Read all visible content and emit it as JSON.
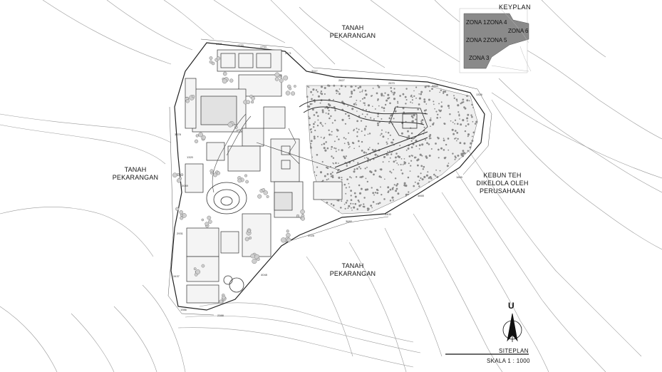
{
  "drawing": {
    "title": "SITEPLAN",
    "scale": "SKALA 1 : 1000",
    "north": "U"
  },
  "keyplan": {
    "title": "KEYPLAN",
    "zones": [
      "ZONA 1",
      "ZONA 4",
      "ZONA 6",
      "ZONA 2",
      "ZONA 5",
      "ZONA 3"
    ],
    "fill_color": "#8a8a8a"
  },
  "labels": {
    "top": [
      "TANAH",
      "PEKARANGAN"
    ],
    "left": [
      "TANAH",
      "PEKARANGAN"
    ],
    "bottom": [
      "TANAH",
      "PEKARANGAN"
    ],
    "right": [
      "KEBUN TEH",
      "DIKELOLA OLEH",
      "PERUSAHAAN"
    ]
  },
  "dimensions": [
    "1731",
    "1720",
    "1754",
    "2171",
    "3117",
    "2827",
    "2870",
    "5885",
    "1326",
    "3378",
    "1320",
    "3049",
    "2931",
    "3437",
    "1986",
    "2388",
    "4048",
    "2028",
    "3682",
    "3400",
    "4665",
    "1865"
  ]
}
